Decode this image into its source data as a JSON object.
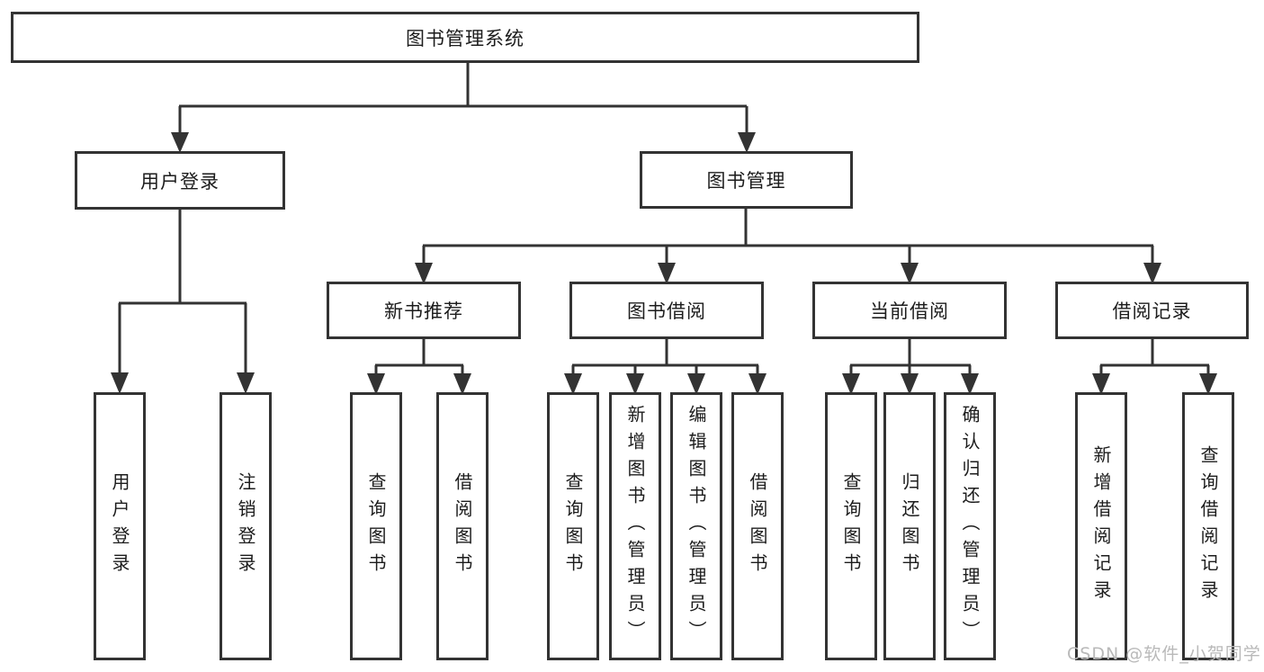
{
  "colors": {
    "line": "#333333",
    "box_border": "#333333",
    "text": "#1c1c1c",
    "watermark": "#b9b9b9",
    "background": "#ffffff"
  },
  "diagram": {
    "root": {
      "label": "图书管理系统"
    },
    "level2": [
      {
        "label": "用户登录"
      },
      {
        "label": "图书管理"
      }
    ],
    "level3": [
      {
        "label": "新书推荐"
      },
      {
        "label": "图书借阅"
      },
      {
        "label": "当前借阅"
      },
      {
        "label": "借阅记录"
      }
    ],
    "leaves": {
      "user_login_group": [
        {
          "label": "用户登录"
        },
        {
          "label": "注销登录"
        }
      ],
      "new_book_group": [
        {
          "label": "查询图书"
        },
        {
          "label": "借阅图书"
        }
      ],
      "book_borrow_group": [
        {
          "label": "查询图书"
        },
        {
          "label": "新增图书（管理员）"
        },
        {
          "label": "编辑图书（管理员）"
        },
        {
          "label": "借阅图书"
        }
      ],
      "current_borrow_group": [
        {
          "label": "查询图书"
        },
        {
          "label": "归还图书"
        },
        {
          "label": "确认归还（管理员）"
        }
      ],
      "borrow_record_group": [
        {
          "label": "新增借阅记录"
        },
        {
          "label": "查询借阅记录"
        }
      ]
    }
  },
  "watermark": {
    "text": "CSDN @软件_小贺同学"
  }
}
